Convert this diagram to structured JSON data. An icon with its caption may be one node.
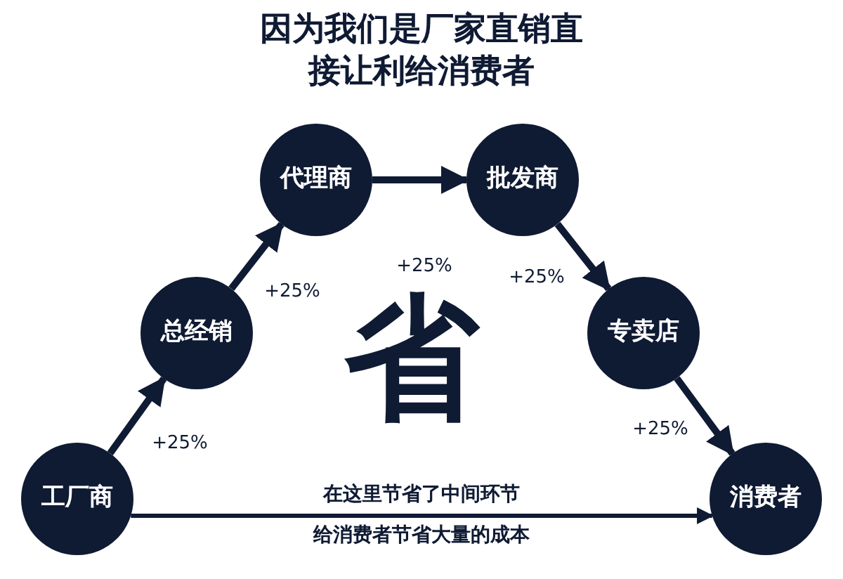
{
  "diagram": {
    "title": "因为我们是厂家直销直接让利给消费者",
    "nodes": [
      {
        "text": [
          "工厂商"
        ]
      },
      {
        "text": [
          "总经销"
        ]
      },
      {
        "text": [
          "代理商"
        ]
      },
      {
        "text": [
          "批发商"
        ]
      },
      {
        "text": [
          "专卖店"
        ]
      },
      {
        "text": [
          "消费者"
        ]
      }
    ],
    "edges": [
      {
        "from": 0,
        "to": 1,
        "arrow": "to",
        "label": "+25%"
      },
      {
        "from": 1,
        "to": 2,
        "arrow": "to",
        "label": "+25%"
      },
      {
        "from": 2,
        "to": 3,
        "arrow": "to",
        "label": "+25%"
      },
      {
        "from": 3,
        "to": 4,
        "arrow": "to",
        "label": "+25%"
      },
      {
        "from": 4,
        "to": 5,
        "arrow": "to",
        "label": "+25%"
      },
      {
        "from": 0,
        "to": 5,
        "arrow": "to"
      }
    ],
    "labels": [
      "省",
      "在这里节省了中间环节",
      "给消费者节省大量的成本"
    ]
  }
}
